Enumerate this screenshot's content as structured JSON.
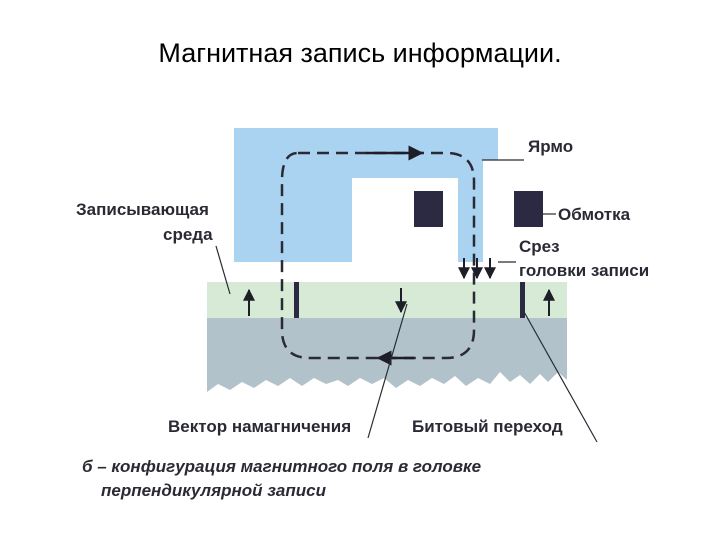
{
  "title": "Магнитная запись информации.",
  "labels": {
    "yoke": "Ярмо",
    "winding": "Обмотка",
    "head_cut_line1": "Срез",
    "head_cut_line2": "головки записи",
    "medium_line1": "Записывающая",
    "medium_line2": "среда",
    "magnetization_vector": "Вектор намагничения",
    "bit_transition": "Битовый переход"
  },
  "caption": {
    "line1": "б – конфигурация магнитного поля в головке",
    "line2": "перпендикулярной записи"
  },
  "colors": {
    "head": "#a9d3f0",
    "recording_layer": "#d6ead6",
    "substrate": "#b1c2cb",
    "winding": "#2c2a43",
    "text": "#2a2a35"
  }
}
